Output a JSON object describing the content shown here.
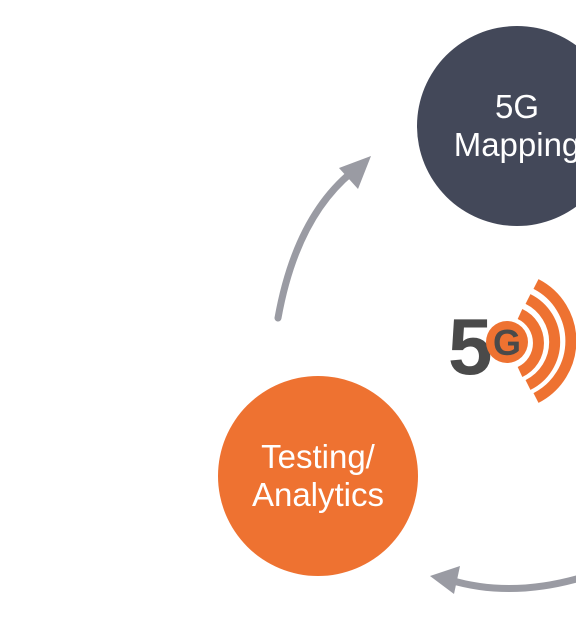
{
  "nodes": {
    "mapping": {
      "line1": "5G",
      "line2": "Mapping"
    },
    "testing": {
      "line1": "Testing/",
      "line2": "Analytics"
    }
  },
  "logo": {
    "text_5": "5",
    "text_g": "G",
    "name": "5g-signal-logo"
  },
  "colors": {
    "mapping_fill": "#434859",
    "testing_fill": "#ee7231",
    "arrow": "#9a9ba3",
    "logo_dark": "#4a4a4a",
    "logo_accent": "#ee7231"
  }
}
